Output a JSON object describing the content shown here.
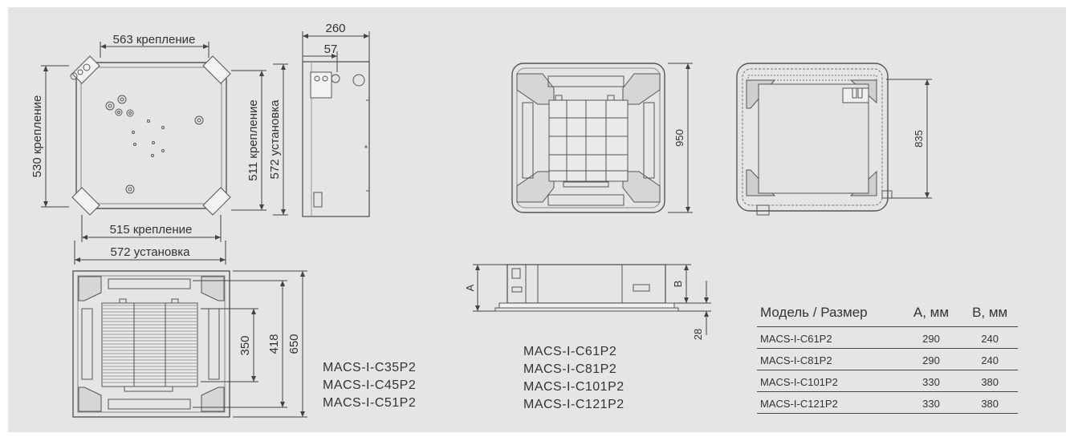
{
  "dimensions": {
    "mount_top": "563 крепление",
    "mount_left": "530 крепление",
    "mount_right": "511 крепление",
    "install_right": "572 установка",
    "mount_bottom": "515 крепление",
    "install_bottom": "572 установка",
    "side_depth": "260",
    "side_offset": "57",
    "panel_950": "950",
    "panel_835": "835",
    "panel_650": "650",
    "panel_418": "418",
    "panel_350": "350",
    "side_a": "A",
    "side_b": "B",
    "side_28": "28"
  },
  "models_small": [
    "MACS-I-C35P2",
    "MACS-I-C45P2",
    "MACS-I-C51P2"
  ],
  "models_large": [
    "MACS-I-C61P2",
    "MACS-I-C81P2",
    "MACS-I-C101P2",
    "MACS-I-C121P2"
  ],
  "table": {
    "headers": [
      "Модель / Размер",
      "А, мм",
      "В, мм"
    ],
    "rows": [
      [
        "MACS-I-C61P2",
        "290",
        "240"
      ],
      [
        "MACS-I-C81P2",
        "290",
        "240"
      ],
      [
        "MACS-I-C101P2",
        "330",
        "380"
      ],
      [
        "MACS-I-C121P2",
        "330",
        "380"
      ]
    ]
  },
  "colors": {
    "background": "#e5e5e5",
    "line": "#555555",
    "text": "#333333"
  }
}
